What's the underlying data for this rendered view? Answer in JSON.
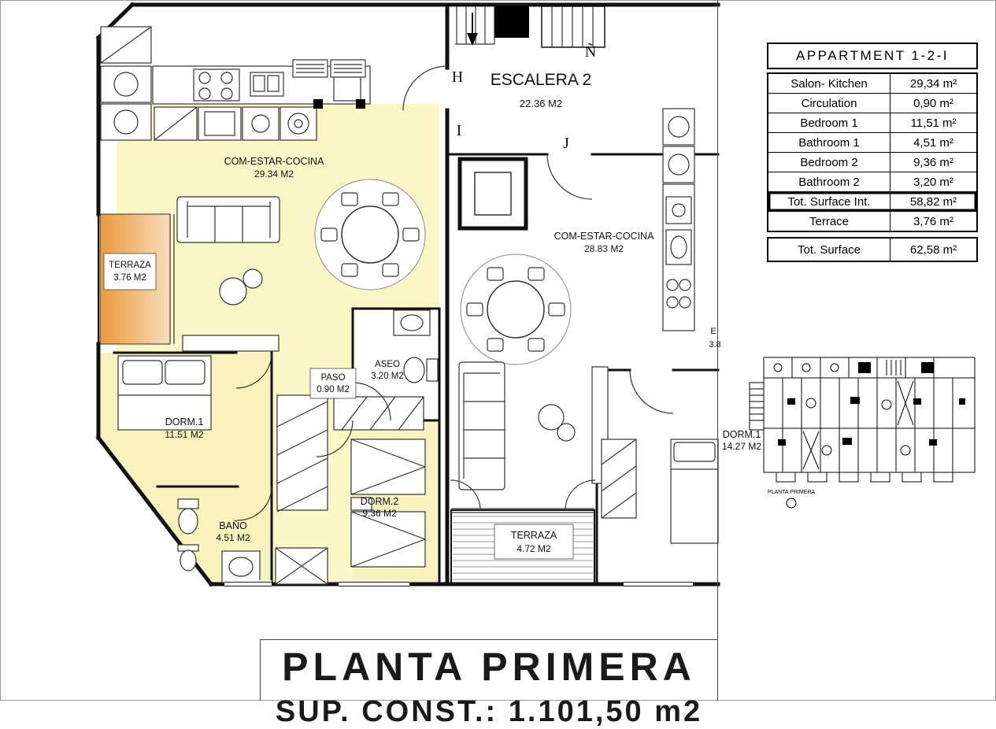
{
  "sheet": {
    "title": "PLANTA PRIMERA",
    "subtitle_clipped": "SUP. CONST.: 1.101,50 m2"
  },
  "summary_table": {
    "header": "APPARTMENT 1-2-I",
    "rows": [
      {
        "label": "Salon- Kitchen",
        "value": "29,34 m²"
      },
      {
        "label": "Circulation",
        "value": "0,90 m²"
      },
      {
        "label": "Bedroom 1",
        "value": "11,51 m²"
      },
      {
        "label": "Bathroom 1",
        "value": "4,51 m²"
      },
      {
        "label": "Bedroom 2",
        "value": "9,36 m²"
      },
      {
        "label": "Bathroom 2",
        "value": "3,20 m²"
      },
      {
        "label": "Tot. Surface Int.",
        "value": "58,82 m²"
      },
      {
        "label": "Terrace",
        "value": "3,76 m²"
      }
    ],
    "total_row": {
      "label": "Tot. Surface",
      "value": "62,58 m²"
    }
  },
  "rooms": {
    "escalera": {
      "name": "ESCALERA 2",
      "area": "22.36 M2"
    },
    "living_left": {
      "name": "COM-ESTAR-COCINA",
      "area": "29.34 M2"
    },
    "terraza_left": {
      "name": "TERRAZA",
      "area": "3.76 M2"
    },
    "dorm1_left": {
      "name": "DORM.1",
      "area": "11.51 M2"
    },
    "paso": {
      "name": "PASO",
      "area": "0.90 M2"
    },
    "aseo": {
      "name": "ASEO",
      "area": "3.20 M2"
    },
    "bano": {
      "name": "BAÑO",
      "area": "4.51 M2"
    },
    "dorm2": {
      "name": "DORM.2",
      "area": "9.36 M2"
    },
    "living_right": {
      "name": "COM-ESTAR-COCINA",
      "area": "28.83 M2"
    },
    "dorm1_right": {
      "name": "DORM.1",
      "area": "14.27 M2"
    },
    "terraza_bottom": {
      "name": "TERRAZA",
      "area": "4.72 M2"
    }
  },
  "grid_labels": {
    "h": "H",
    "i": "I",
    "j": "J",
    "enye": "Ñ"
  },
  "fragments": {
    "cut_room_letter": "E",
    "cut_room_area": "3.8"
  },
  "thumbnail": {
    "caption": "PLANTA PRIMERA"
  },
  "colors": {
    "room_fill": "#FAF6C5",
    "terrace_gradient_start": "#EA9A3E",
    "terrace_gradient_end": "#F8DDBA",
    "wall": "#111111"
  }
}
